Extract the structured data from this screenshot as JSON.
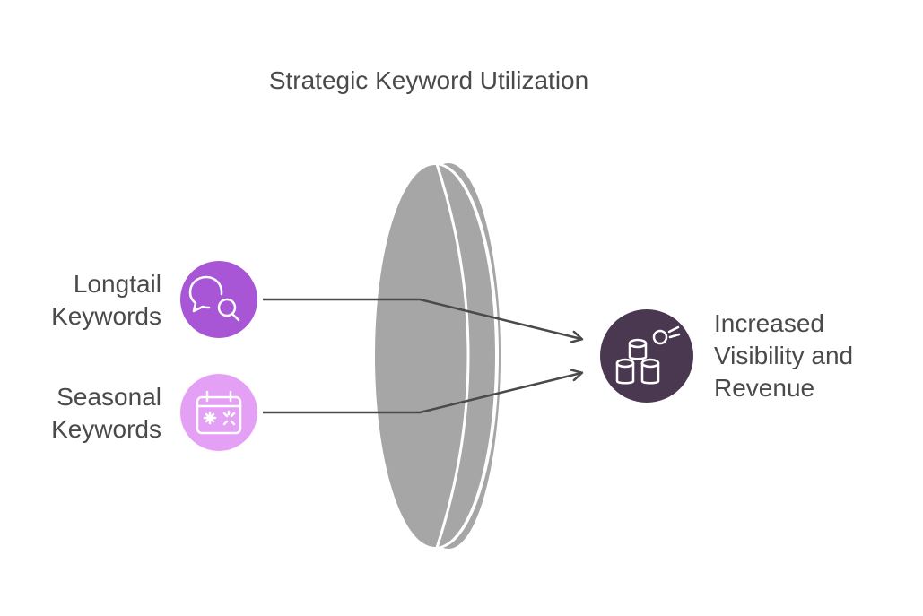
{
  "title": "Strategic Keyword Utilization",
  "inputs": [
    {
      "line1": "Longtail",
      "line2": "Keywords",
      "icon": "chat-search-icon",
      "color": "#a855d6"
    },
    {
      "line1": "Seasonal",
      "line2": "Keywords",
      "icon": "calendar-icon",
      "color": "#e3a0f5"
    }
  ],
  "output": {
    "line1": "Increased",
    "line2": "Visibility and",
    "line3": "Revenue",
    "icon": "coins-icon",
    "color": "#4a3850"
  },
  "lens_color": "#a6a6a6",
  "arrow_color": "#4a4a4a"
}
